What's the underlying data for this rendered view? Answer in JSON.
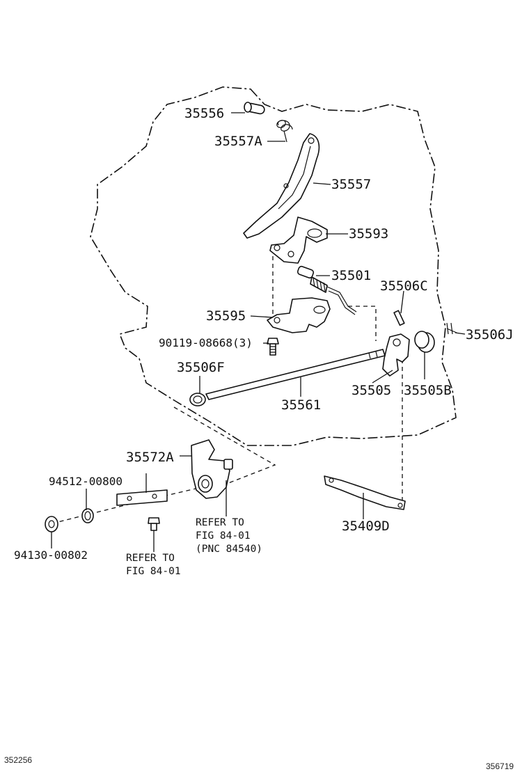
{
  "figure": {
    "footer_left": "352256",
    "footer_right": "356719"
  },
  "parts": [
    {
      "id": "p35556",
      "label": "35556"
    },
    {
      "id": "p35557a",
      "label": "35557A"
    },
    {
      "id": "p35557",
      "label": "35557"
    },
    {
      "id": "p35593",
      "label": "35593"
    },
    {
      "id": "p35501",
      "label": "35501"
    },
    {
      "id": "p35506c",
      "label": "35506C"
    },
    {
      "id": "p35595",
      "label": "35595"
    },
    {
      "id": "p35506j",
      "label": "35506J"
    },
    {
      "id": "p90119",
      "label": "90119-08668(3)"
    },
    {
      "id": "p35506f",
      "label": "35506F"
    },
    {
      "id": "p35505",
      "label": "35505"
    },
    {
      "id": "p35505b",
      "label": "35505B"
    },
    {
      "id": "p35561",
      "label": "35561"
    },
    {
      "id": "p35572a",
      "label": "35572A"
    },
    {
      "id": "p94512",
      "label": "94512-00800"
    },
    {
      "id": "p35409d",
      "label": "35409D"
    },
    {
      "id": "p94130",
      "label": "94130-00802"
    }
  ],
  "notes": [
    {
      "id": "refer1",
      "lines": [
        "REFER TO",
        "FIG 84-01",
        "(PNC 84540)"
      ]
    },
    {
      "id": "refer2",
      "lines": [
        "REFER TO",
        "FIG 84-01"
      ]
    }
  ]
}
